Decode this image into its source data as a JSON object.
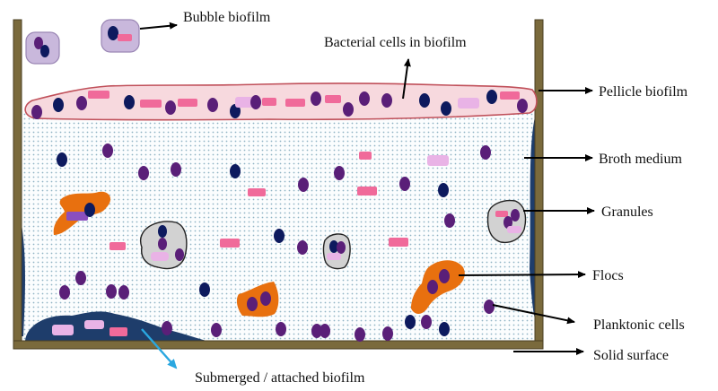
{
  "labels": {
    "bubble_biofilm": "Bubble biofilm",
    "bacterial_cells": "Bacterial cells in biofilm",
    "pellicle_biofilm": "Pellicle biofilm",
    "broth_medium": "Broth medium",
    "granules": "Granules",
    "flocs": "Flocs",
    "planktonic_cells": "Planktonic cells",
    "solid_surface": "Solid surface",
    "submerged_biofilm": "Submerged / attached biofilm"
  },
  "colors": {
    "container_wall": "#7a6a3c",
    "broth_dots": "#8fb3c4",
    "pellicle_fill": "#f7d9de",
    "pellicle_stroke": "#c0505a",
    "dark_cell": "#0d1a5e",
    "purple_cell": "#5a1f78",
    "pink_cell": "#f06a9a",
    "light_pink_cell": "#e9b3e6",
    "floc": "#e8700f",
    "granule_fill": "#d2d2d2",
    "submerged_biofilm": "#1e3d6b",
    "bubble": "#c9b8dc",
    "blue_arrow": "#2aa7e0"
  }
}
